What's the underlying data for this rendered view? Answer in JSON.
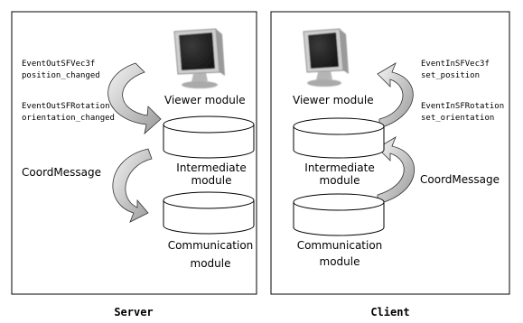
{
  "colors": {
    "panel_border": "#000000",
    "cylinder_fill": "#ffffff",
    "arrow_fill_light": "#f4f4f4",
    "arrow_fill_dark": "#9a9a9a",
    "monitor_screen": "#1e1e1e",
    "monitor_body": "#c9c9c9"
  },
  "server": {
    "title": "Server",
    "monitor_icon": "computer-monitor-icon",
    "viewer_label": "Viewer module",
    "event1_line1": "EventOutSFVec3f",
    "event1_line2": "position_changed",
    "event2_line1": "EventOutSFRotation",
    "event2_line2": "orientation_changed",
    "coord_message": "CoordMessage",
    "intermediate_line1": "Intermediate",
    "intermediate_line2": "module",
    "communication_line1": "Communication",
    "communication_line2": "module"
  },
  "client": {
    "title": "Client",
    "monitor_icon": "computer-monitor-icon",
    "viewer_label": "Viewer module",
    "event1_line1": "EventInSFVec3f",
    "event1_line2": "set_position",
    "event2_line1": "EventInSFRotation",
    "event2_line2": "set_orientation",
    "coord_message": "CoordMessage",
    "intermediate_line1": "Intermediate",
    "intermediate_line2": "module",
    "communication_line1": "Communication",
    "communication_line2": "module"
  }
}
